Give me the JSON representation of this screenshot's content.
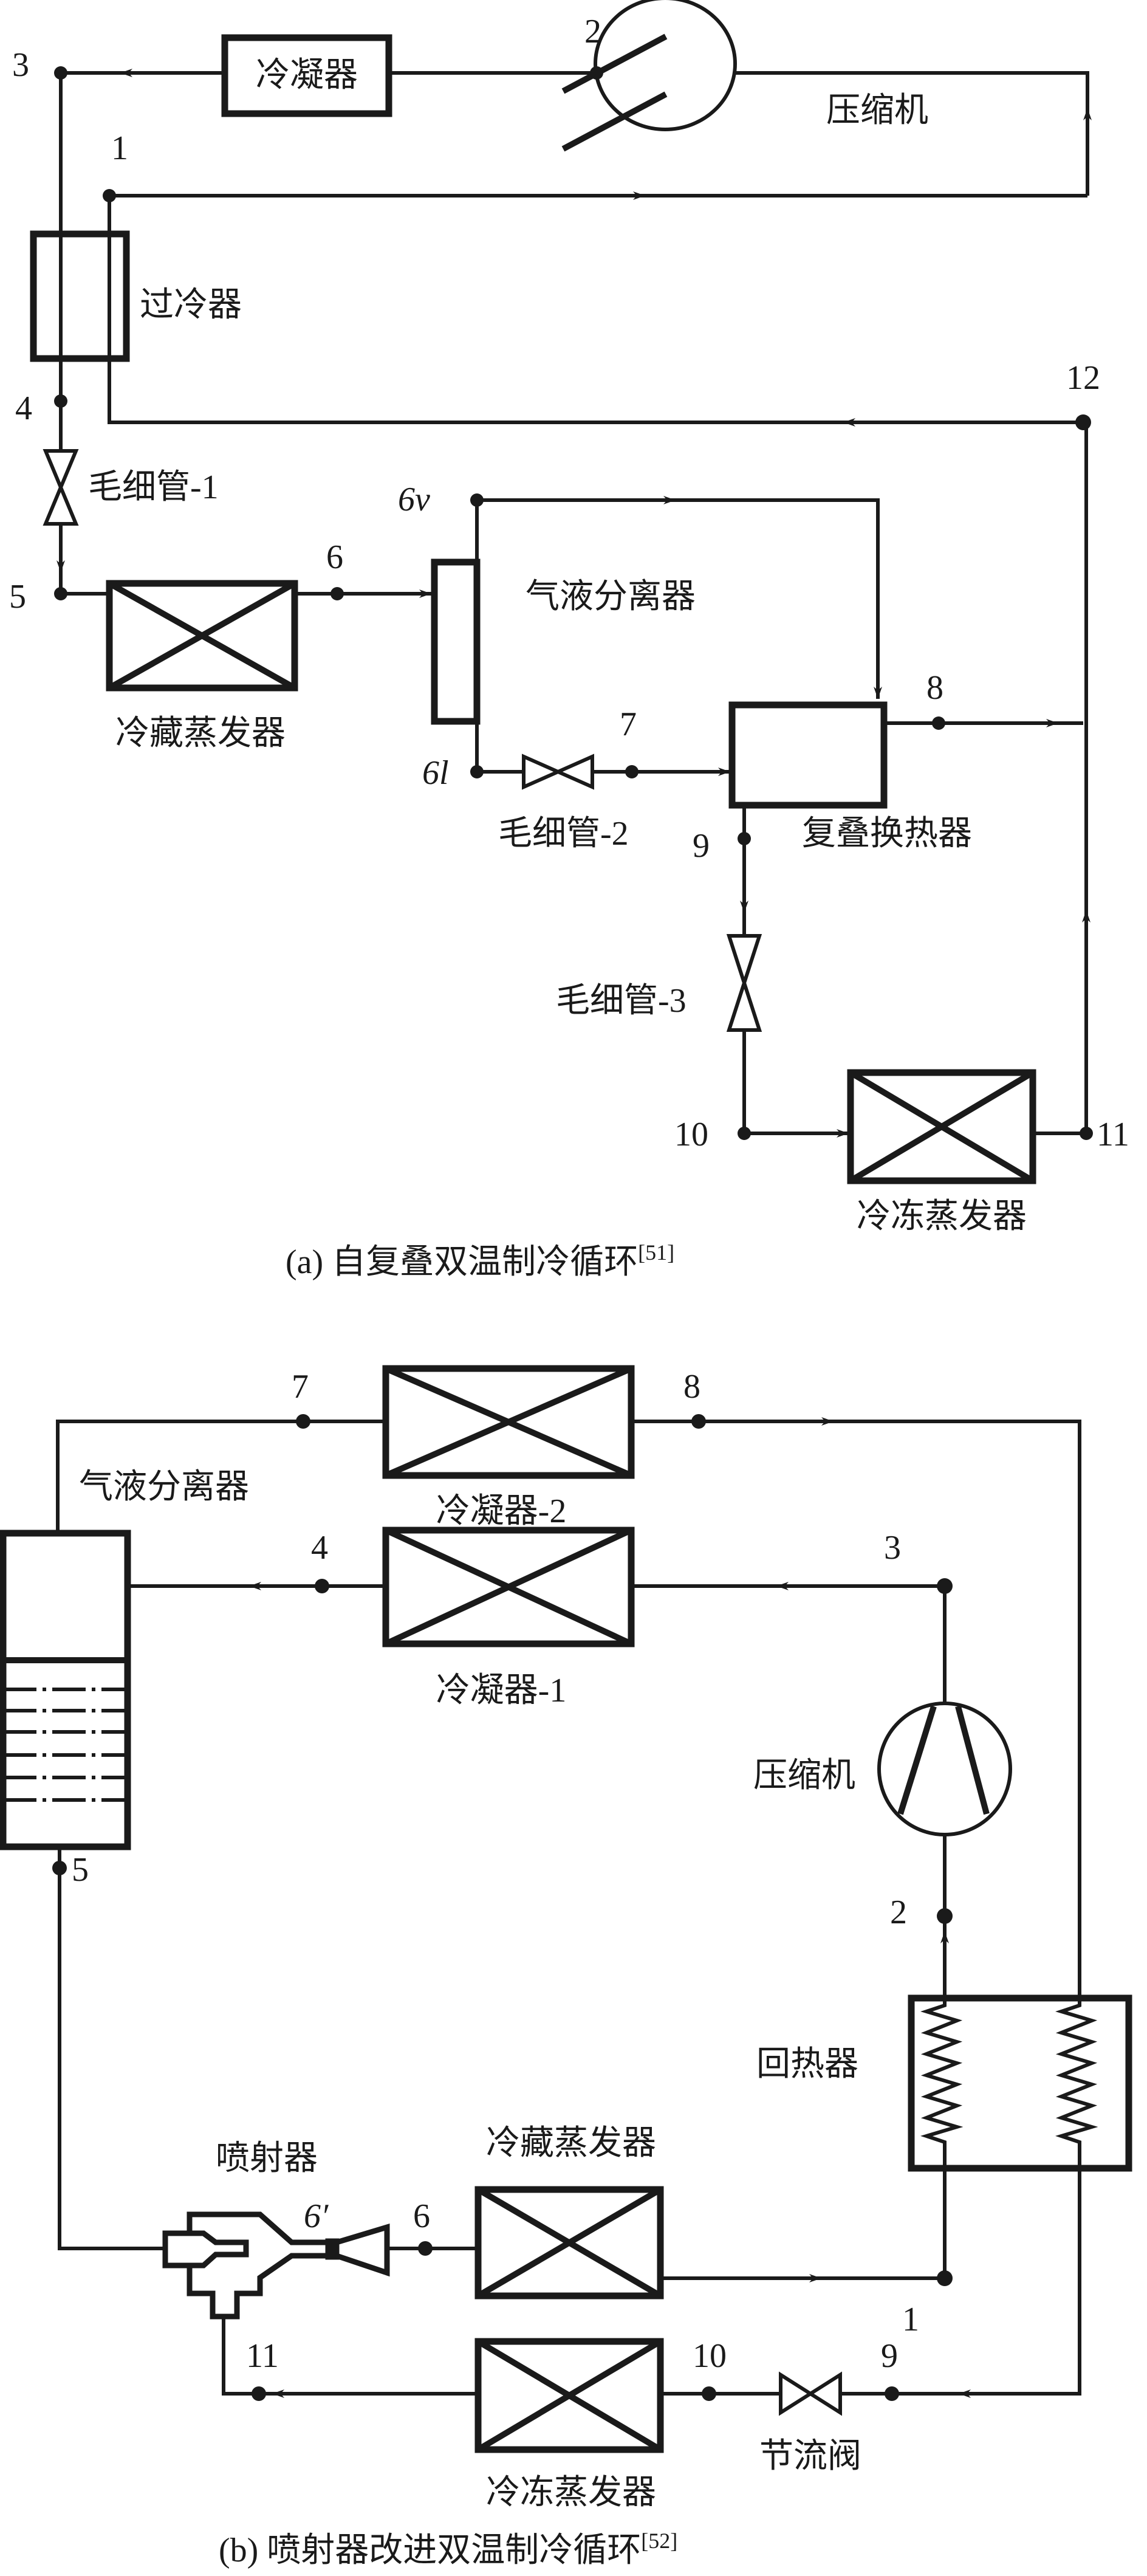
{
  "figure": {
    "part_a": {
      "caption": "(a) 自复叠双温制冷循环",
      "caption_ref": "[51]",
      "components": {
        "condenser": "冷凝器",
        "compressor": "压缩机",
        "subcooler": "过冷器",
        "capillary_1": "毛细管-1",
        "fridge_evaporator": "冷藏蒸发器",
        "separator": "气液分离器",
        "capillary_2": "毛细管-2",
        "cascade_hx": "复叠换热器",
        "capillary_3": "毛细管-3",
        "freezer_evaporator": "冷冻蒸发器"
      },
      "nodes": [
        "1",
        "2",
        "3",
        "4",
        "5",
        "6",
        "6v",
        "6l",
        "7",
        "8",
        "9",
        "10",
        "11",
        "12"
      ]
    },
    "part_b": {
      "caption": "(b) 喷射器改进双温制冷循环",
      "caption_ref": "[52]",
      "components": {
        "separator": "气液分离器",
        "condenser_2": "冷凝器-2",
        "condenser_1": "冷凝器-1",
        "compressor": "压缩机",
        "regenerator": "回热器",
        "ejector": "喷射器",
        "fridge_evaporator": "冷藏蒸发器",
        "freezer_evaporator": "冷冻蒸发器",
        "throttle_valve": "节流阀"
      },
      "nodes": [
        "1",
        "2",
        "3",
        "4",
        "5",
        "6",
        "6′",
        "7",
        "8",
        "9",
        "10",
        "11"
      ]
    }
  }
}
